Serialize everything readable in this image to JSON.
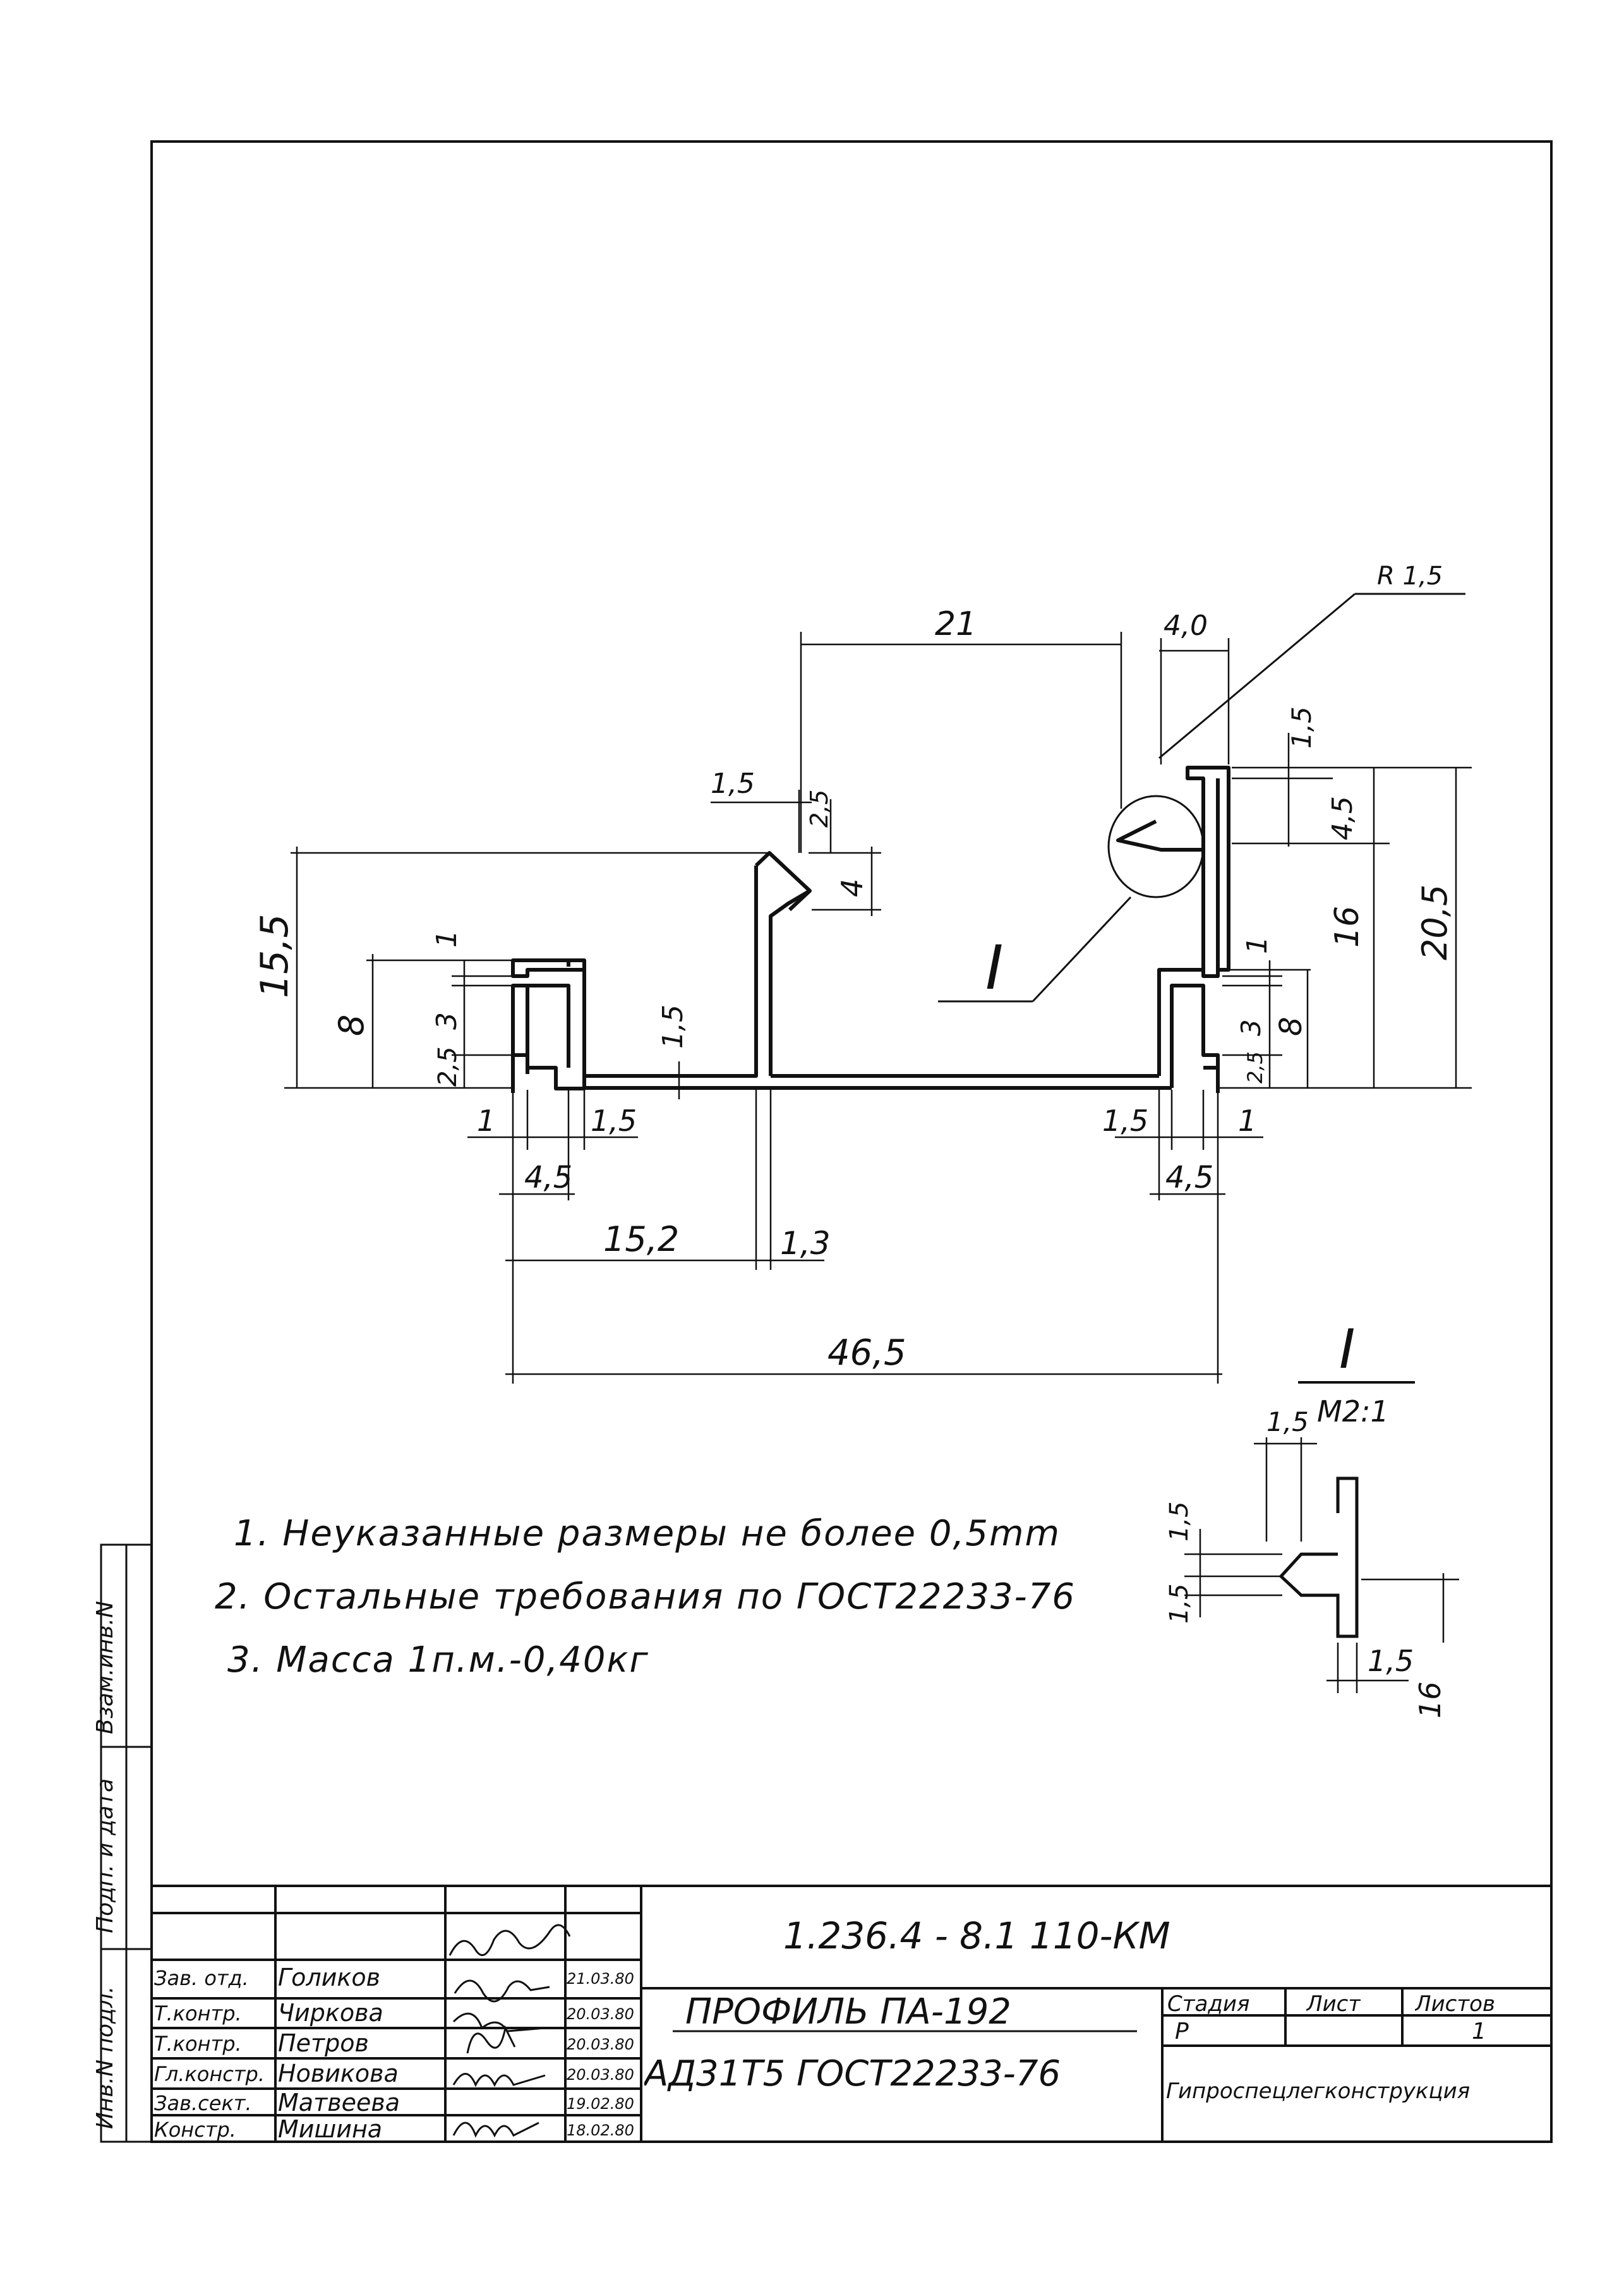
{
  "dimensions": {
    "d21": "21",
    "d4_0": "4,0",
    "r1_5": "R 1,5",
    "d1_5_top": "1,5",
    "d4_5_right": "4,5",
    "d16_right": "16",
    "d20_5": "20,5",
    "d1_5_rib": "1,5",
    "d2_5_rib": "2,5",
    "d4_rib": "4",
    "d15_5": "15,5",
    "d8_left": "8",
    "d1_left": "1",
    "d3_left": "3",
    "d2_5_left": "2,5",
    "d1_5_web": "1,5",
    "d1_bot_left": "1",
    "d1_5_bot_left": "1,5",
    "d4_5_bot_left": "4,5",
    "d15_2": "15,2",
    "d1_3": "1,3",
    "d46_5": "46,5",
    "d1_right_slot": "1",
    "d3_right_slot": "3",
    "d8_right_slot": "8",
    "d2_5_right_slot": "2,5",
    "d1_5_bot_right": "1,5",
    "d1_bot_right": "1",
    "d4_5_bot_right": "4,5",
    "detail_mark": "I",
    "detail_title": "I",
    "detail_scale": "M2:1",
    "det_1_5_top": "1,5",
    "det_1_5_a": "1,5",
    "det_1_5_b": "1,5",
    "det_1_5_bot": "1,5",
    "det_16": "16"
  },
  "notes": [
    "1. Неуказанные размеры не более 0,5mm",
    "2. Остальные требования по ГОСТ22233-76",
    "3. Масса 1п.м.-0,40кг"
  ],
  "side_stamps": [
    "Взам.инв.N",
    "Подп. и дата",
    "Инв.N подл."
  ],
  "title_block": {
    "doc_code": "1.236.4 - 8.1   110-КМ",
    "title": "ПРОФИЛЬ ПА-192",
    "material": "АД31Т5 ГОСТ22233-76",
    "stage_label": "Стадия",
    "sheet_label": "Лист",
    "sheets_label": "Листов",
    "stage_value": "Р",
    "sheets_value": "1",
    "organization": "Гипроспецлегконструкция",
    "staff": [
      {
        "role": "Зав. отд.",
        "name": "Голиков",
        "date": "21.03.80"
      },
      {
        "role": "Т.контр.",
        "name": "Чиркова",
        "date": "20.03.80"
      },
      {
        "role": "Т.контр.",
        "name": "Петров",
        "date": "20.03.80"
      },
      {
        "role": "Гл.констр.",
        "name": "Новикова",
        "date": "20.03.80"
      },
      {
        "role": "Зав.сект.",
        "name": "Матвеева",
        "date": "19.02.80"
      },
      {
        "role": "Констр.",
        "name": "Мишина",
        "date": "18.02.80"
      }
    ]
  }
}
